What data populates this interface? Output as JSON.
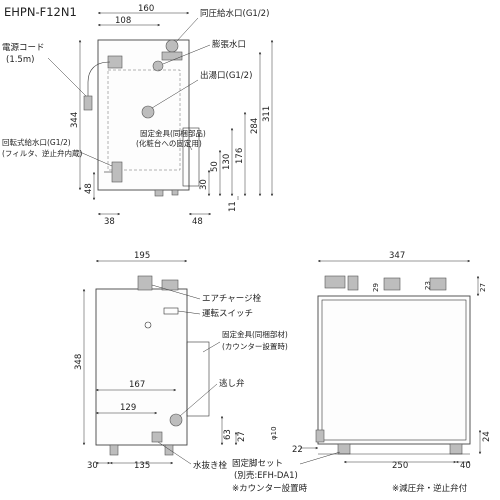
{
  "model": "EHPN-F12N1",
  "front_view": {
    "labels": {
      "supply_port": "同圧給水口(G1/2)",
      "expansion_port": "膨張水口",
      "power_cord": "電源コード",
      "power_cord_len": "(1.5m)",
      "outlet_port": "出湯口(G1/2)",
      "fixing_bracket": "固定金具(同梱部品)",
      "fixing_bracket_note": "(化粧台への固定用)",
      "rotary_inlet": "回転式給水口(G1/2)",
      "rotary_inlet_note": "(フィルタ、逆止弁内蔵)"
    },
    "dims": {
      "w160": "160",
      "w108": "108",
      "h344": "344",
      "h48": "48",
      "w38": "38",
      "w48b": "48",
      "d311": "311",
      "d284": "284",
      "d176": "176",
      "d130": "130",
      "d50": "50",
      "d30": "30",
      "d11": "11"
    }
  },
  "side_view": {
    "labels": {
      "air_plug": "エアチャージ栓",
      "run_switch": "運転スイッチ",
      "fixing_member": "固定金具(同梱部材)",
      "fixing_member_note": "(カウンター設置時)",
      "relief_valve": "逃し弁",
      "drain_plug": "水抜き栓"
    },
    "dims": {
      "w195": "195",
      "h348": "348",
      "w167": "167",
      "w129": "129",
      "h63": "63",
      "h27": "27",
      "w30": "30",
      "w135": "135"
    }
  },
  "right_view": {
    "labels": {
      "fixing_legs": "固定脚セット",
      "fixing_legs_note": "(別売:EFH-DA1)",
      "counter_note": "※カウンター設置時",
      "valve_note": "※減圧弁・逆止弁付"
    },
    "dims": {
      "w347": "347",
      "h29": "29",
      "h23": "23",
      "h27r": "27",
      "w10": "φ10",
      "w22": "22",
      "w250": "250",
      "w40": "40",
      "h24": "24"
    }
  }
}
